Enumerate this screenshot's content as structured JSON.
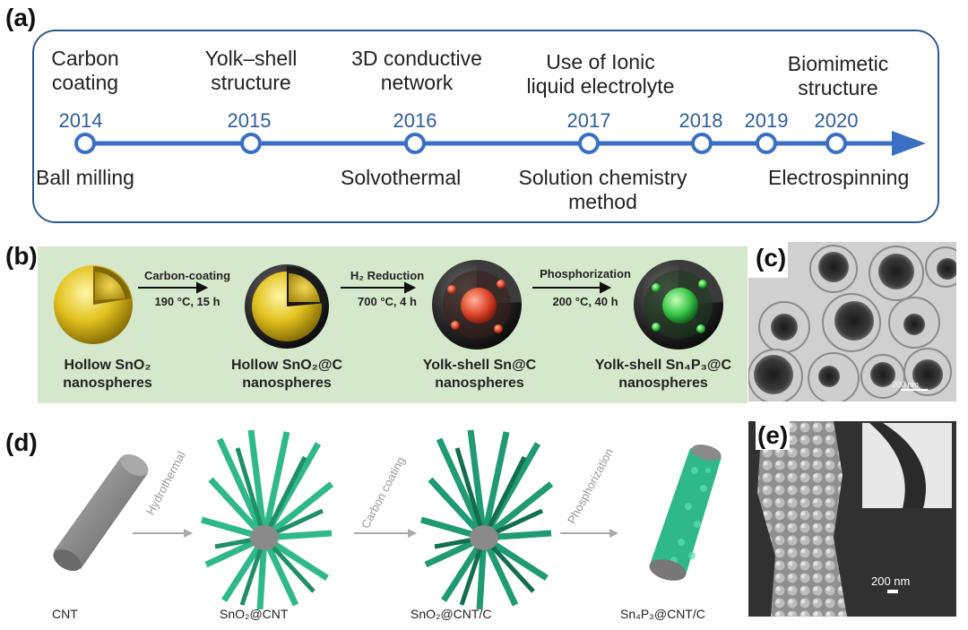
{
  "panel_a": {
    "label": "(a)",
    "top_labels": [
      "Carbon\ncoating",
      "Yolk–shell\nstructure",
      "3D conductive\nnetwork",
      "Use of Ionic\nliquid electrolyte",
      "Biomimetic\nstructure"
    ],
    "years": [
      "2014",
      "2015",
      "2016",
      "2017",
      "2018",
      "2019",
      "2020"
    ],
    "bottom_labels": [
      "Ball milling",
      "Solvothermal",
      "Solution chemistry\nmethod",
      "Electrospinning"
    ],
    "colors": {
      "timeline": "#3a6fc4",
      "node_fill": "#ffffff",
      "border": "#2f5a8f",
      "year_text": "#2e5e97"
    }
  },
  "panel_b": {
    "label": "(b)",
    "steps": [
      {
        "name": "Carbon-coating",
        "condition": "190 °C, 15 h"
      },
      {
        "name": "H₂ Reduction",
        "condition": "700 °C, 4 h"
      },
      {
        "name": "Phosphorization",
        "condition": "200 °C, 40 h"
      }
    ],
    "captions": [
      [
        "Hollow SnO₂",
        "nanospheres"
      ],
      [
        "Hollow SnO₂@C",
        "nanospheres"
      ],
      [
        "Yolk-shell Sn@C",
        "nanospheres"
      ],
      [
        "Yolk-shell Sn₄P₃@C",
        "nanospheres"
      ]
    ],
    "colors": {
      "background": "#d6e8cc",
      "shell_yellow": "#e2c21e",
      "core_red": "#e04a2e",
      "core_green": "#3cc84a"
    }
  },
  "panel_c": {
    "label": "(c)",
    "scale_text": "200 nm"
  },
  "panel_d": {
    "label": "(d)",
    "steps": [
      "Hydrothermal",
      "Carbon coating",
      "Phosphorization"
    ],
    "captions": [
      "CNT",
      "SnO₂@CNT",
      "SnO₂@CNT/C",
      "Sn₄P₃@CNT/C"
    ],
    "colors": {
      "cnt": "#8a8a8a",
      "needles": "#2fb889",
      "needles_dark": "#1f8f66"
    }
  },
  "panel_e": {
    "label": "(e)",
    "scale_text": "200 nm"
  }
}
